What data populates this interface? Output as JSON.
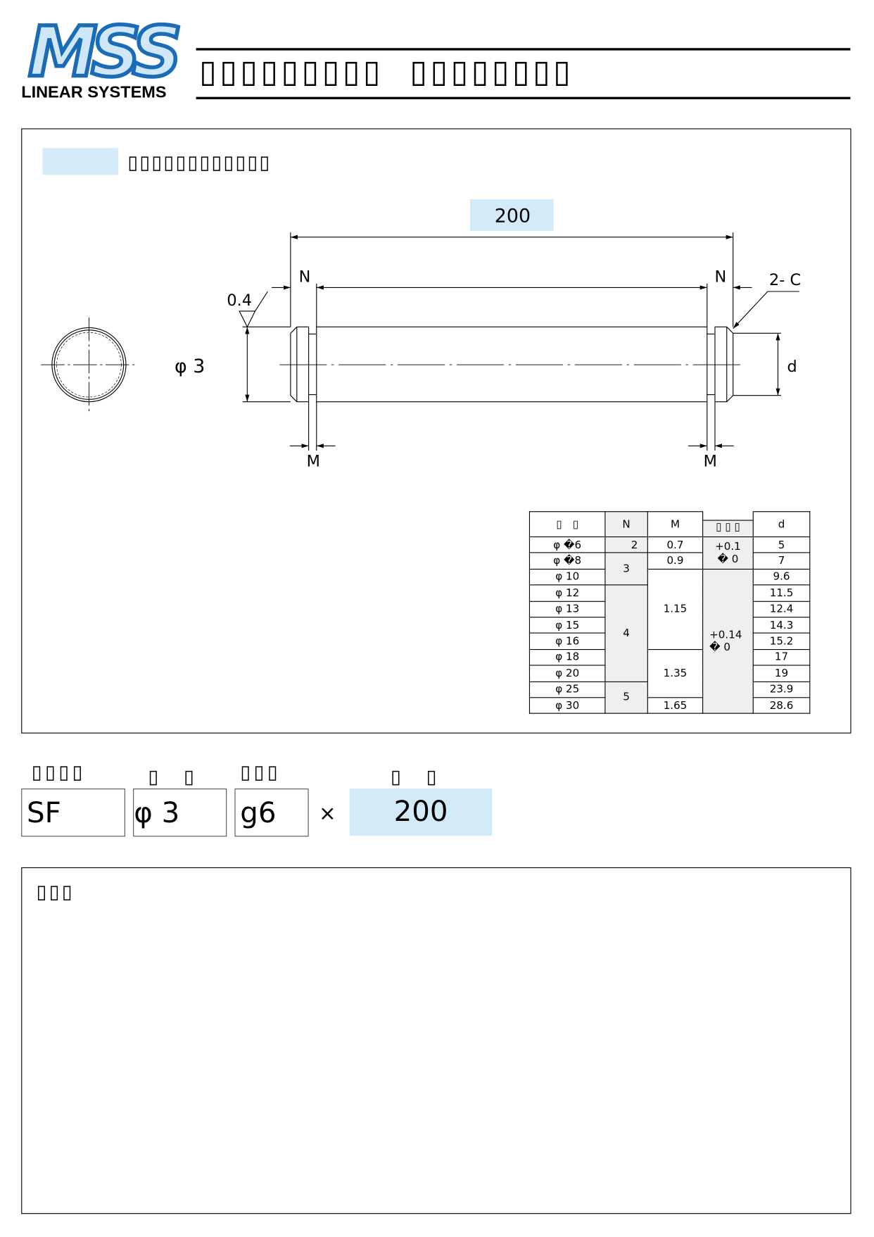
{
  "logo": {
    "mark": "MSS",
    "company": "LINEAR SYSTEMS",
    "colors": {
      "fill": "#cfe7f9",
      "stroke": "#1b6cb6"
    }
  },
  "header": {
    "title": "▯▯▯▯▯▯▯▯▯  ▯▯▯▯▯▯▯▯"
  },
  "section": {
    "subtitle": "▯▯▯▯▯▯▯▯▯▯▯▯"
  },
  "drawing": {
    "length": "200",
    "diameter": "φ 3",
    "surface": "0.4",
    "chamfer": "2- C",
    "n_left": "N",
    "n_right": "N",
    "m_left": "M",
    "m_right": "M",
    "d": "d"
  },
  "spec_table": {
    "headers": {
      "size": "▯　▯",
      "n": "N",
      "m": "M",
      "tol": "▯ ▯ ▯",
      "d": "d"
    },
    "sizes": [
      "φ �6",
      "φ �8",
      "φ 10",
      "φ 12",
      "φ 13",
      "φ 15",
      "φ 16",
      "φ 18",
      "φ 20",
      "φ 25",
      "φ 30"
    ],
    "n_groups": [
      "2",
      "3",
      "4",
      "5"
    ],
    "m_groups": [
      "0.7",
      "0.9",
      "1.15",
      "1.35",
      "1.65"
    ],
    "tol_groups": [
      {
        "upper": "+0.1",
        "lower": "� 0"
      },
      {
        "upper": "+0.14",
        "lower": "� 0"
      }
    ],
    "d": [
      "5",
      "7",
      "9.6",
      "11.5",
      "12.4",
      "14.3",
      "15.2",
      "17",
      "19",
      "23.9",
      "28.6"
    ]
  },
  "order": {
    "labels": [
      "▯▯▯▯",
      "▯　▯",
      "▯▯▯",
      "▯　▯"
    ],
    "series": "SF",
    "diameter": "φ 3",
    "tolerance": "g6",
    "times": "×",
    "length": "200"
  },
  "notes": {
    "label": "▯▯▯"
  }
}
